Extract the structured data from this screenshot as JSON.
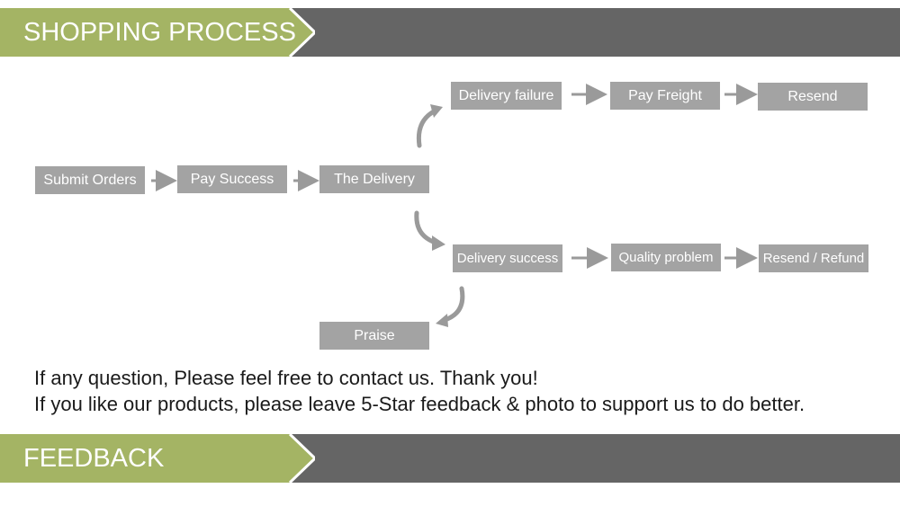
{
  "colors": {
    "banner_green": "#a4b464",
    "banner_gray": "#656565",
    "box_gray": "#a3a3a3",
    "arrow_gray": "#9a9a9a"
  },
  "sections": {
    "shopping_process": "SHOPPING PROCESS",
    "feedback": "FEEDBACK"
  },
  "flow": {
    "submit_orders": "Submit Orders",
    "pay_success": "Pay Success",
    "the_delivery": "The Delivery",
    "delivery_failure": "Delivery failure",
    "pay_freight": "Pay Freight",
    "resend": "Resend",
    "delivery_success": "Delivery success",
    "quality_problem": "Quality problem",
    "resend_refund": "Resend / Refund",
    "praise": "Praise"
  },
  "message": {
    "line1": "If any question, Please feel free to contact us. Thank you!",
    "line2": "If you like our products, please leave 5-Star feedback & photo to support us to do better."
  }
}
